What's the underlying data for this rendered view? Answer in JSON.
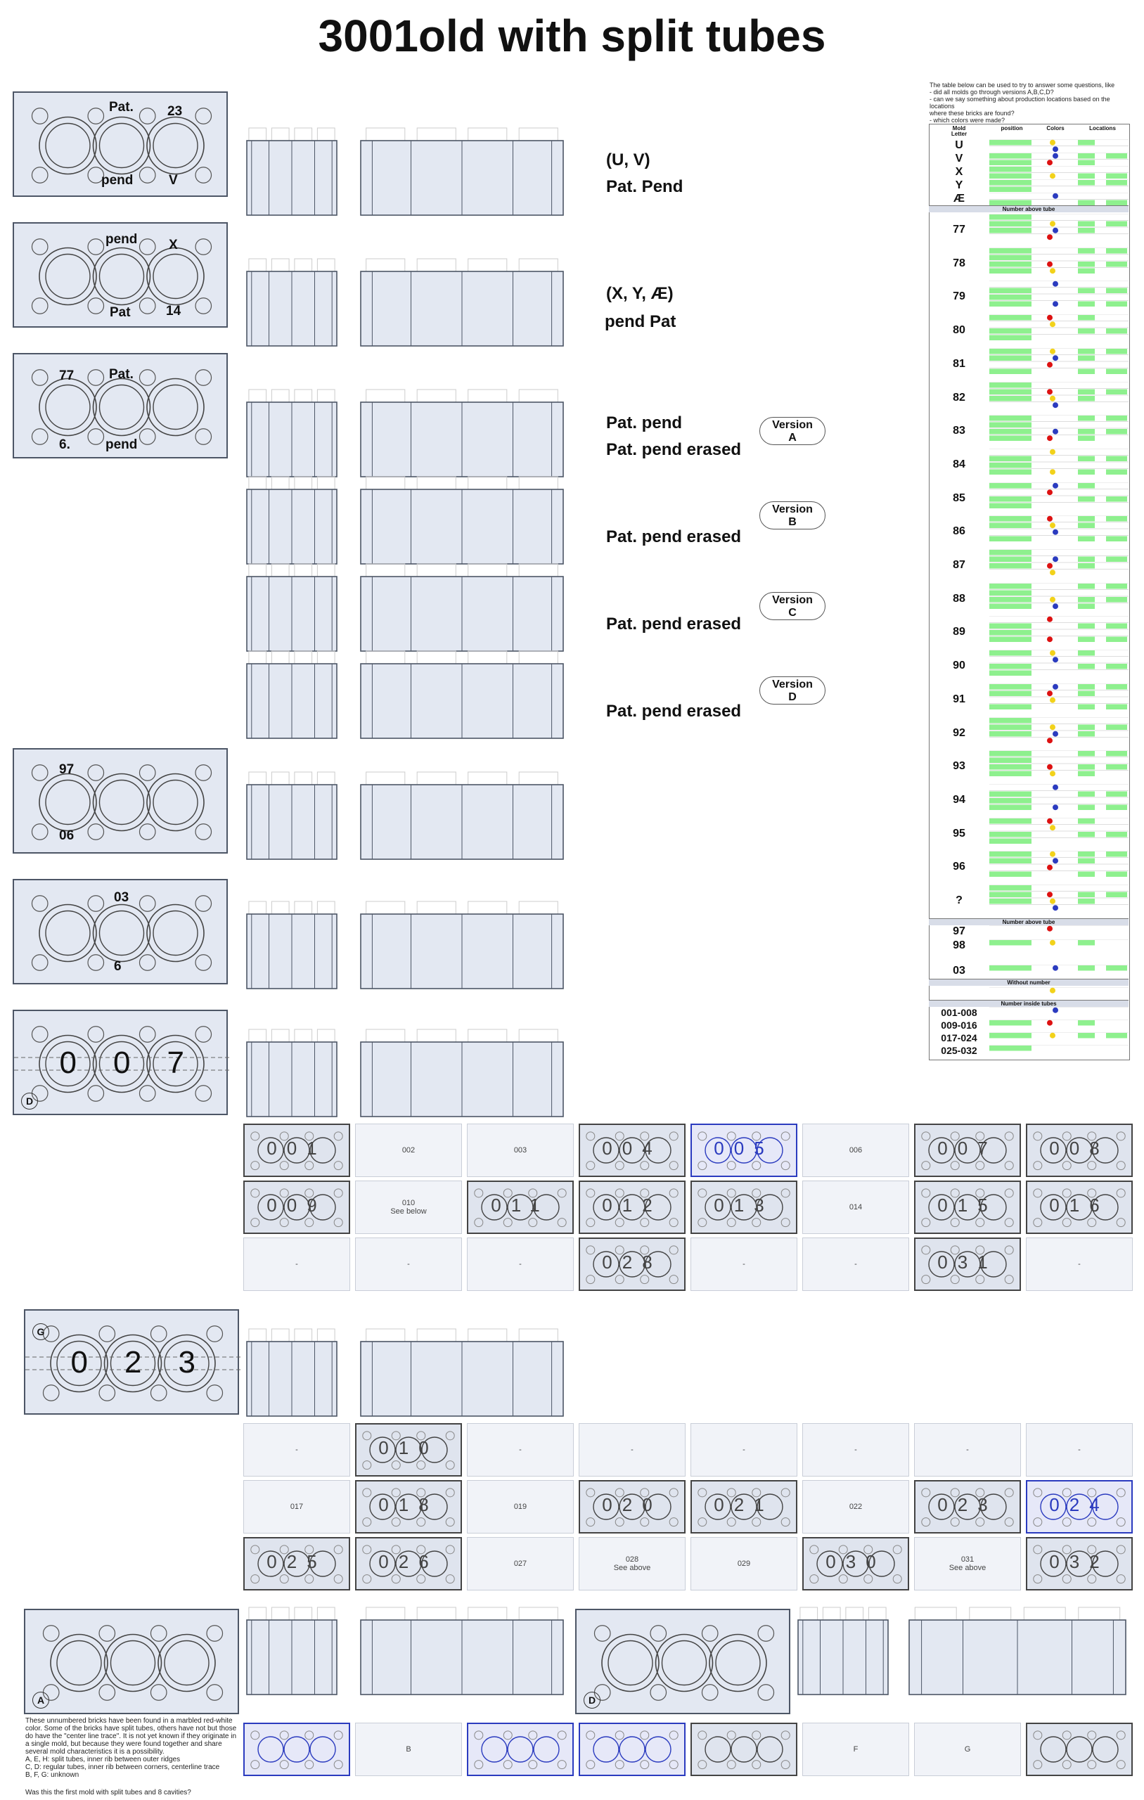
{
  "title": "3001old with split tubes",
  "bricks": [
    {
      "labels": [
        "Pat.",
        "23",
        "pend",
        "V"
      ]
    },
    {
      "labels": [
        "pend",
        "X",
        "Pat",
        "14"
      ]
    },
    {
      "labels": [
        "77",
        "Pat.",
        "6.",
        "pend"
      ]
    },
    {
      "labels": [
        "97",
        "06"
      ]
    },
    {
      "labels": [
        "03",
        "6"
      ]
    },
    {
      "digits": [
        "0",
        "0",
        "7"
      ],
      "corner": "D"
    },
    {
      "digits": [
        "0",
        "2",
        "3"
      ],
      "corner": "G"
    },
    {
      "corner": "A"
    },
    {
      "corner": "D"
    }
  ],
  "notes": {
    "uv": "(U, V)",
    "pat_pend_1": "Pat. Pend",
    "xy": "(X, Y, Æ)",
    "pend_pat": "pend Pat",
    "pat_pend_2": "Pat. pend",
    "erased_a": "Pat. pend erased",
    "erased_b": "Pat. pend erased",
    "erased_c": "Pat. pend erased",
    "erased_d": "Pat. pend erased"
  },
  "versions": [
    {
      "line1": "Version",
      "line2": "A"
    },
    {
      "line1": "Version",
      "line2": "B"
    },
    {
      "line1": "Version",
      "line2": "C"
    },
    {
      "line1": "Version",
      "line2": "D"
    }
  ],
  "grid1": [
    {
      "label": "001",
      "kind": "brick"
    },
    {
      "label": "002",
      "kind": "empty"
    },
    {
      "label": "003",
      "kind": "empty"
    },
    {
      "label": "004",
      "kind": "brick"
    },
    {
      "label": "005",
      "kind": "blue"
    },
    {
      "label": "006",
      "kind": "empty"
    },
    {
      "label": "007",
      "kind": "brick"
    },
    {
      "label": "008",
      "kind": "brick"
    },
    {
      "label": "009",
      "kind": "brick"
    },
    {
      "label": "010\nSee below",
      "kind": "empty"
    },
    {
      "label": "011",
      "kind": "brick"
    },
    {
      "label": "012",
      "kind": "brick"
    },
    {
      "label": "013",
      "kind": "brick"
    },
    {
      "label": "014",
      "kind": "empty"
    },
    {
      "label": "015",
      "kind": "brick"
    },
    {
      "label": "016",
      "kind": "brick"
    },
    {
      "label": "-",
      "kind": "empty"
    },
    {
      "label": "-",
      "kind": "empty"
    },
    {
      "label": "-",
      "kind": "empty"
    },
    {
      "label": "028",
      "kind": "brick"
    },
    {
      "label": "-",
      "kind": "empty"
    },
    {
      "label": "-",
      "kind": "empty"
    },
    {
      "label": "031",
      "kind": "brick"
    },
    {
      "label": "-",
      "kind": "empty"
    }
  ],
  "grid2": [
    {
      "label": "-",
      "kind": "empty"
    },
    {
      "label": "010",
      "kind": "brick"
    },
    {
      "label": "-",
      "kind": "empty"
    },
    {
      "label": "-",
      "kind": "empty"
    },
    {
      "label": "-",
      "kind": "empty"
    },
    {
      "label": "-",
      "kind": "empty"
    },
    {
      "label": "-",
      "kind": "empty"
    },
    {
      "label": "-",
      "kind": "empty"
    },
    {
      "label": "017",
      "kind": "empty"
    },
    {
      "label": "018",
      "kind": "brick"
    },
    {
      "label": "019",
      "kind": "empty"
    },
    {
      "label": "020",
      "kind": "brick"
    },
    {
      "label": "021",
      "kind": "brick"
    },
    {
      "label": "022",
      "kind": "empty"
    },
    {
      "label": "023",
      "kind": "brick"
    },
    {
      "label": "024",
      "kind": "blue"
    },
    {
      "label": "025",
      "kind": "brick"
    },
    {
      "label": "026",
      "kind": "brick"
    },
    {
      "label": "027",
      "kind": "empty"
    },
    {
      "label": "028\nSee above",
      "kind": "empty"
    },
    {
      "label": "029",
      "kind": "empty"
    },
    {
      "label": "030",
      "kind": "brick"
    },
    {
      "label": "031\nSee above",
      "kind": "empty"
    },
    {
      "label": "032",
      "kind": "brick"
    }
  ],
  "grid3": [
    {
      "label": "",
      "kind": "blue"
    },
    {
      "label": "B",
      "kind": "empty"
    },
    {
      "label": "",
      "kind": "blue"
    },
    {
      "label": "",
      "kind": "blue"
    },
    {
      "label": "",
      "kind": "brick"
    },
    {
      "label": "F",
      "kind": "empty"
    },
    {
      "label": "G",
      "kind": "empty"
    },
    {
      "label": "",
      "kind": "brick"
    }
  ],
  "table": {
    "intro": "The table below can be used to try to answer some questions, like\n- did all molds go through versions A,B,C,D?\n- can we say something about production locations based on the locations\n  where these bricks are found?\n- which colors were made?\n- can we identify in which mold and position the unmarked brick belongs?",
    "header": [
      "Mold",
      "Letter",
      "position",
      "Colors",
      "Locations"
    ],
    "letters": [
      "U",
      "V",
      "X",
      "Y",
      "Æ"
    ],
    "sec_numbers": "Number above tube",
    "numbers": [
      "77",
      "78",
      "79",
      "80",
      "81",
      "82",
      "83",
      "84",
      "85",
      "86",
      "87",
      "88",
      "89",
      "90",
      "91",
      "92",
      "93",
      "94",
      "95",
      "96",
      "?"
    ],
    "sec_above": "Number above tube",
    "above": [
      "97",
      "98",
      "03"
    ],
    "sec_without": "Without number",
    "sec_inside": "Number inside tubes",
    "inside": [
      "001-008",
      "009-016",
      "017-024",
      "025-032"
    ]
  },
  "footnote": {
    "text": "These unnumbered bricks have been found in a marbled red-white color. Some of the bricks have split tubes, others have not but those do have the \"center line trace\". It is not yet known if they originate in a single mold, but because they were found together and share several mold characteristics it is a possibility.\n        A, E, H: split tubes, inner rib between outer ridges\n        C, D: regular tubes, inner rib between corners, centerline trace\n        B, F, G: unknown",
    "question": "Was this the first mold with split tubes and 8 cavities?"
  },
  "colors": {
    "brick_fill": "#e3e8f2",
    "outline": "#4d5666",
    "blue": "#2b3bbf",
    "green": "#8ef08e",
    "red": "#dd1111",
    "yellow": "#f2d21a",
    "black": "#111111"
  }
}
